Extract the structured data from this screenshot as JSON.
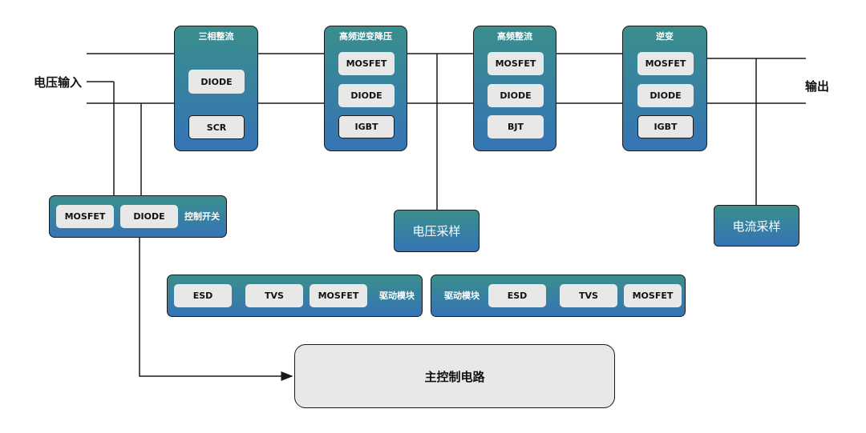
{
  "input_label": "电压输入",
  "output_label": "输出",
  "blocks": {
    "rectifier": {
      "title": "三相整流",
      "items": [
        "DIODE",
        "SCR"
      ]
    },
    "hf_inverter": {
      "title": "高频逆变降压",
      "items": [
        "MOSFET",
        "DIODE",
        "IGBT"
      ]
    },
    "hf_rectifier": {
      "title": "高频整流",
      "items": [
        "MOSFET",
        "DIODE",
        "BJT"
      ]
    },
    "inverter": {
      "title": "逆变",
      "items": [
        "MOSFET",
        "DIODE",
        "IGBT"
      ]
    }
  },
  "control_switch": {
    "label": "控制开关",
    "items": [
      "MOSFET",
      "DIODE"
    ]
  },
  "voltage_sampling": "电压采样",
  "current_sampling": "电流采样",
  "driver_left": {
    "label": "驱动模块",
    "items": [
      "ESD",
      "TVS",
      "MOSFET"
    ]
  },
  "driver_right": {
    "label": "驱动模块",
    "items": [
      "ESD",
      "TVS",
      "MOSFET"
    ]
  },
  "main_control": "主控制电路"
}
